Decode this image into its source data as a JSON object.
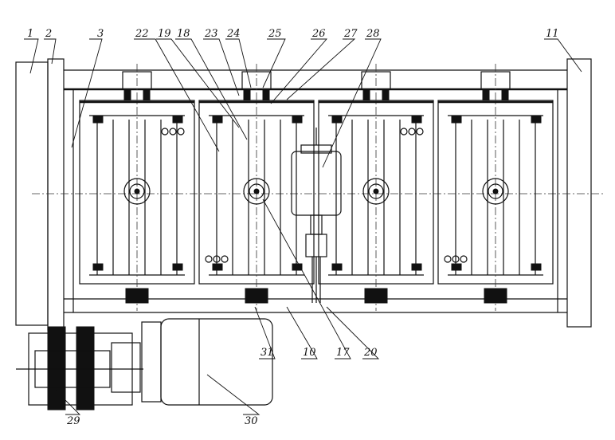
{
  "drawing": {
    "type": "mechanical assembly drawing",
    "part_labels": {
      "l1": "1",
      "l2": "2",
      "l3": "3",
      "l22": "22",
      "l19": "19",
      "l18": "18",
      "l23": "23",
      "l24": "24",
      "l25": "25",
      "l26": "26",
      "l27": "27",
      "l28": "28",
      "l11": "11",
      "l31": "31",
      "l10": "10",
      "l17": "17",
      "l20": "20",
      "l29": "29",
      "l30": "30"
    }
  }
}
